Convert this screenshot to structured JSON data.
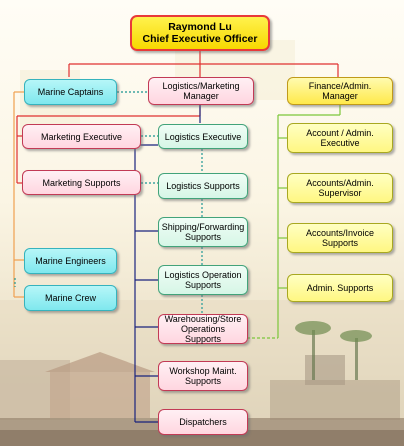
{
  "ceo": {
    "name": "Raymond Lu",
    "title": "Chief Executive Officer"
  },
  "boxes": {
    "marine_captains": "Marine Captains",
    "logistics_marketing_manager": "Logistics/Marketing\nManager",
    "finance_admin_manager": "Finance/Admin.\nManager",
    "marketing_executive": "Marketing Executive",
    "logistics_executive": "Logistics Executive",
    "account_admin_executive": "Account / Admin.\nExecutive",
    "marketing_supports": "Marketing Supports",
    "logistics_supports": "Logistics Supports",
    "accounts_admin_supervisor": "Accounts/Admin.\nSupervisor",
    "shipping_forwarding_supports": "Shipping/Forwarding\nSupports",
    "accounts_invoice_supports": "Accounts/Invoice\nSupports",
    "marine_engineers": "Marine Engineers",
    "logistics_operation_supports": "Logistics Operation\nSupports",
    "admin_supports": "Admin. Supports",
    "marine_crew": "Marine Crew",
    "warehousing_store_supports": "Warehousing/Store\nOperations Supports",
    "workshop_maint_supports": "Workshop Maint.\nSupports",
    "dispatchers": "Dispatchers"
  },
  "colors": {
    "ceo_fill": "#fcea20",
    "ceo_border": "#e83a3a",
    "marine_fill": "#8eecf0",
    "marketing_fill": "#ffe0e8",
    "logistics_fill": "#e2f8ec",
    "finance_fill": "#fffb99",
    "red_line": "#e03030",
    "orange_line": "#f0a050",
    "teal_dotted": "#3fa5a0",
    "navy_line": "#1a237e",
    "green_line": "#7cc63a"
  }
}
